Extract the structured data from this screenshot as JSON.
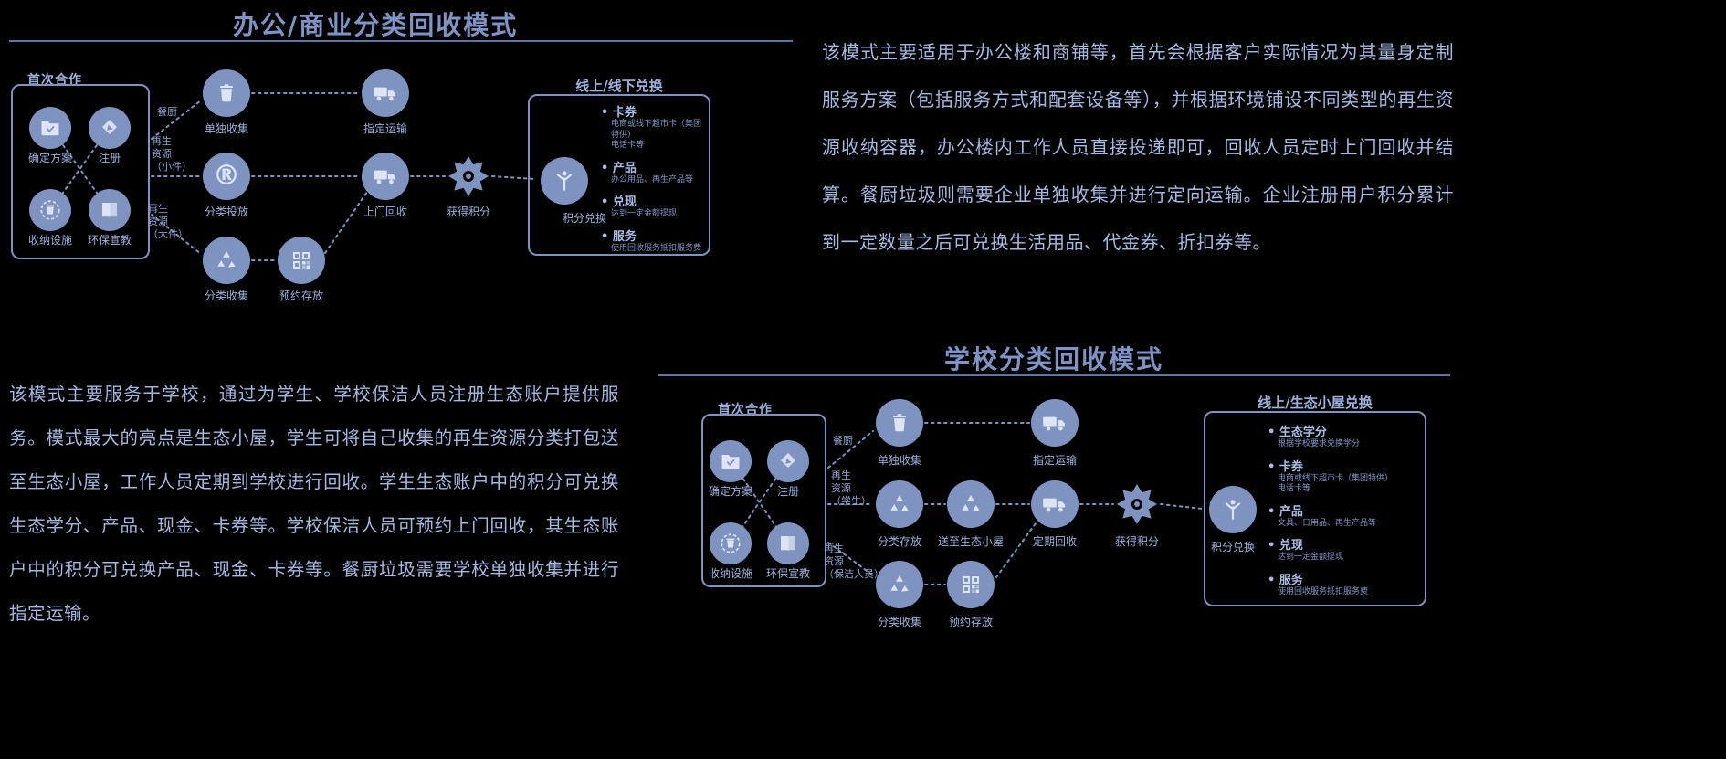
{
  "colors": {
    "accent": "#7e93c0",
    "rule": "#5d74a6",
    "body_text": "#a6b9e2",
    "background": "#000000"
  },
  "office": {
    "title": "办公/商业分类回收模式",
    "description": "该模式主要适用于办公楼和商铺等，首先会根据客户实际情况为其量身定制服务方案（包括服务方式和配套设备等），并根据环境铺设不同类型的再生资源收纳容器，办公楼内工作人员直接投递即可，回收人员定时上门回收并结算。餐厨垃圾则需要企业单独收集并进行定向运输。企业注册用户积分累计到一定数量之后可兑换生活用品、代金券、折扣券等。",
    "first_coop": {
      "title": "首次合作",
      "items": [
        {
          "label": "确定方案",
          "icon": "folder-check-icon"
        },
        {
          "label": "注册",
          "icon": "register-pen-icon"
        },
        {
          "label": "收纳设施",
          "icon": "storage-facility-icon"
        },
        {
          "label": "环保宣教",
          "icon": "book-icon"
        }
      ]
    },
    "edges": [
      {
        "label": "餐厨"
      },
      {
        "label": "再生\n资源\n（小件）"
      },
      {
        "label": "再生\n资源\n（大件）"
      }
    ],
    "nodes": {
      "collect_single": "单独收集",
      "transport_designated": "指定运输",
      "dispose_sorted": "分类投放",
      "pickup_door": "上门回收",
      "collect_sorted": "分类收集",
      "store_reserved": "预约存放",
      "earn_points": "获得积分",
      "redeem_points": "积分兑换"
    },
    "exchange": {
      "title": "线上/线下兑换",
      "items": [
        {
          "label": "卡券",
          "desc": "电商或线下超市卡（集团特供）\n电话卡等"
        },
        {
          "label": "产品",
          "desc": "办公用品、再生产品等"
        },
        {
          "label": "兑现",
          "desc": "达到一定金额提现"
        },
        {
          "label": "服务",
          "desc": "使用回收服务抵扣服务费"
        }
      ]
    }
  },
  "school": {
    "title": "学校分类回收模式",
    "description": "该模式主要服务于学校，通过为学生、学校保洁人员注册生态账户提供服务。模式最大的亮点是生态小屋，学生可将自己收集的再生资源分类打包送至生态小屋，工作人员定期到学校进行回收。学生生态账户中的积分可兑换生态学分、产品、现金、卡券等。学校保洁人员可预约上门回收，其生态账户中的积分可兑换产品、现金、卡券等。餐厨垃圾需要学校单独收集并进行指定运输。",
    "first_coop": {
      "title": "首次合作",
      "items": [
        {
          "label": "确定方案",
          "icon": "folder-check-icon"
        },
        {
          "label": "注册",
          "icon": "register-pen-icon"
        },
        {
          "label": "收纳设施",
          "icon": "storage-facility-icon"
        },
        {
          "label": "环保宣教",
          "icon": "book-icon"
        }
      ]
    },
    "edges": [
      {
        "label": "餐厨"
      },
      {
        "label": "再生\n资源\n（学生）"
      },
      {
        "label": "再生\n资源\n（保洁人员）"
      }
    ],
    "nodes": {
      "collect_single": "单独收集",
      "transport_designated": "指定运输",
      "store_sorted": "分类存放",
      "send_eco_cabin": "送至生态小屋",
      "pickup_regular": "定期回收",
      "collect_sorted": "分类收集",
      "store_reserved": "预约存放",
      "earn_points": "获得积分",
      "redeem_points": "积分兑换"
    },
    "exchange": {
      "title": "线上/生态小屋兑换",
      "items": [
        {
          "label": "生态学分",
          "desc": "根据学校要求兑换学分"
        },
        {
          "label": "卡券",
          "desc": "电商或线下超市卡（集团特供）\n电话卡等"
        },
        {
          "label": "产品",
          "desc": "文具、日用品、再生产品等"
        },
        {
          "label": "兑现",
          "desc": "达到一定金额提现"
        },
        {
          "label": "服务",
          "desc": "使用回收服务抵扣服务费"
        }
      ]
    }
  }
}
